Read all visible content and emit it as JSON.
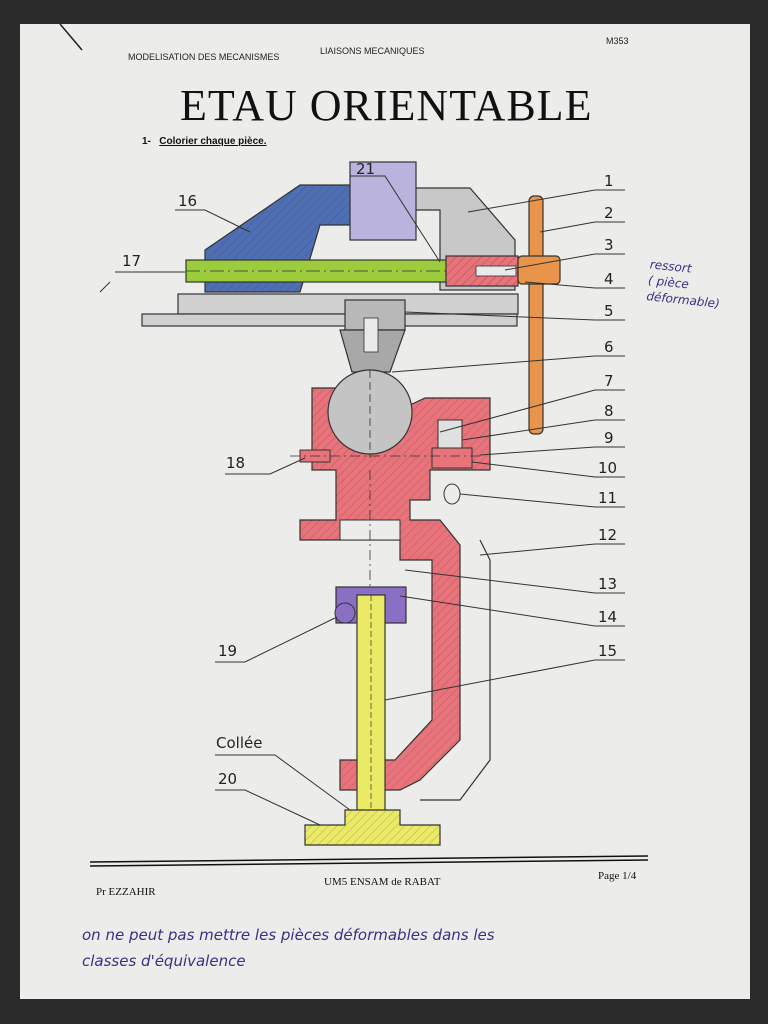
{
  "header": {
    "left": "MODELISATION DES MECANISMES",
    "middle": "LIAISONS MECANIQUES",
    "code": "M353"
  },
  "title": "ETAU ORIENTABLE",
  "instruction": {
    "number": "1-",
    "text": "Colorier chaque pièce."
  },
  "part_labels": [
    "1",
    "2",
    "3",
    "4",
    "5",
    "6",
    "7",
    "8",
    "9",
    "10",
    "11",
    "12",
    "13",
    "14",
    "15",
    "16",
    "17",
    "18",
    "19",
    "20",
    "21"
  ],
  "annotation_colle": "Collée",
  "handwritten_note_side": [
    "ressort",
    "( pièce",
    "déformable)"
  ],
  "footer": {
    "author": "Pr EZZAHIR",
    "institution": "UM5 ENSAM de RABAT",
    "page": "Page 1/4"
  },
  "handwritten_bottom": [
    "on ne peut pas mettre les pièces déformables dans les",
    "classes d'équivalence"
  ],
  "colors": {
    "blue_jaw": "#4f6fb5",
    "green_screw": "#9ccc3c",
    "orange_handle": "#e8944a",
    "red_body": "#e9737a",
    "yellow_screw": "#eaea66",
    "purple": "#8a6fc4",
    "lavender": "#b9b3dd",
    "grey": "#c8c8c8"
  }
}
